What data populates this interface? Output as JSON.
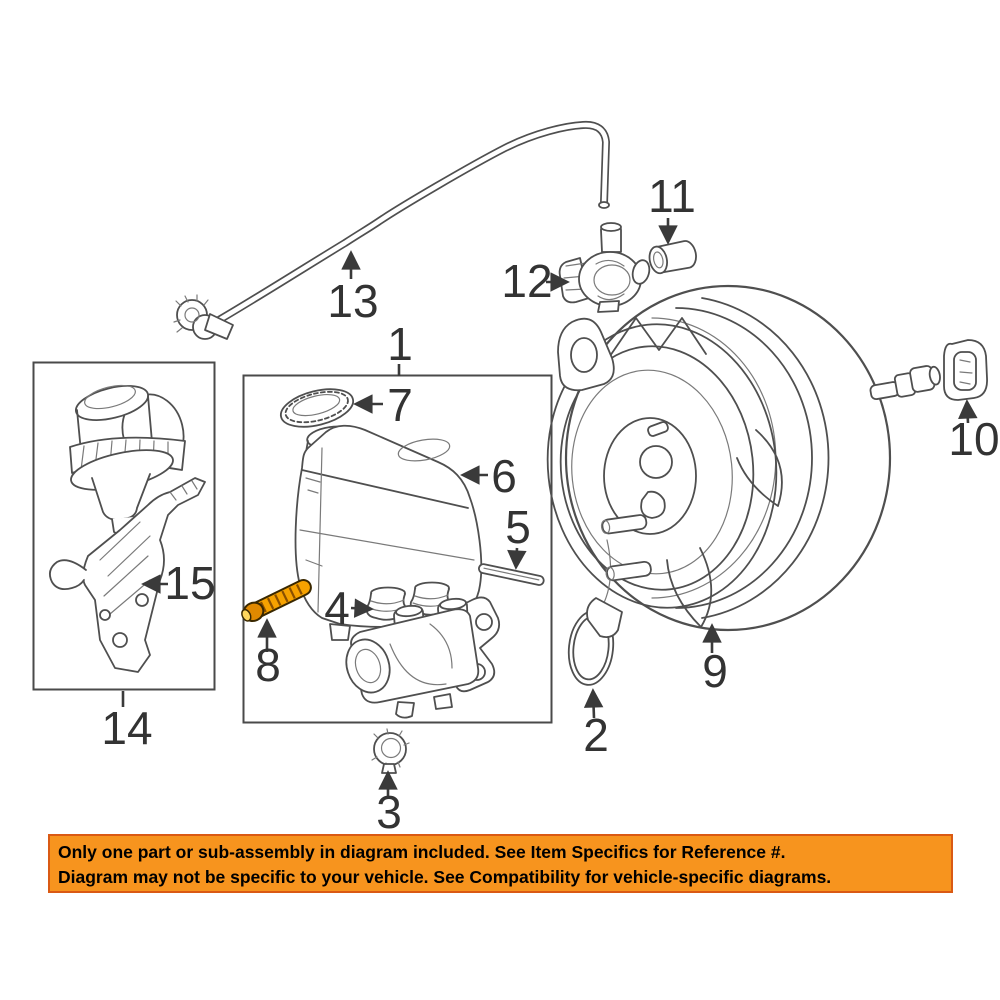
{
  "labels": [
    "1",
    "2",
    "3",
    "4",
    "5",
    "6",
    "7",
    "8",
    "9",
    "10",
    "11",
    "12",
    "13",
    "14",
    "15"
  ],
  "banner": {
    "line1": "Only one part or sub-assembly in diagram included. See Item Specifics for Reference #.",
    "line2": "Diagram may not be specific to your vehicle. See Compatibility for vehicle-specific diagrams."
  },
  "colors": {
    "banner_bg": "#F7941E",
    "banner_border": "#DA5A14",
    "banner_text": "#000000",
    "highlight_part": "#F6A200",
    "highlight_shade": "#8A5000",
    "highlight_head": "#E08900",
    "line": "#4F4F4F"
  }
}
